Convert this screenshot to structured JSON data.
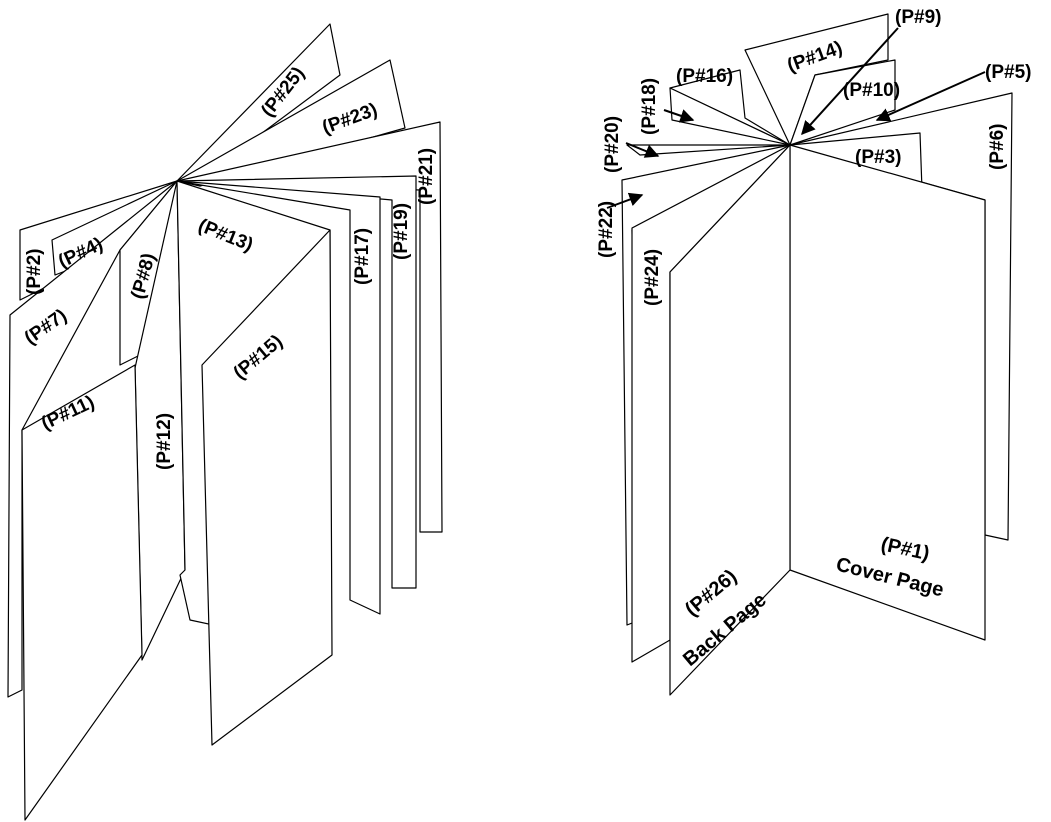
{
  "left_booklet": {
    "labels": {
      "p2": "(P#2)",
      "p4": "(P#4)",
      "p7": "(P#7)",
      "p8": "(P#8)",
      "p11": "(P#11)",
      "p12": "(P#12)",
      "p13": "(P#13)",
      "p15": "(P#15)",
      "p17": "(P#17)",
      "p19": "(P#19)",
      "p21": "(P#21)",
      "p23": "(P#23)",
      "p25": "(P#25)"
    }
  },
  "right_booklet": {
    "labels": {
      "p1": "(P#1)",
      "cover": "Cover Page",
      "p3": "(P#3)",
      "p5": "(P#5)",
      "p6": "(P#6)",
      "p9": "(P#9)",
      "p10": "(P#10)",
      "p14": "(P#14)",
      "p16": "(P#16)",
      "p18": "(P#18)",
      "p20": "(P#20)",
      "p22": "(P#22)",
      "p24": "(P#24)",
      "p26": "(P#26)",
      "back": "Back Page"
    }
  }
}
